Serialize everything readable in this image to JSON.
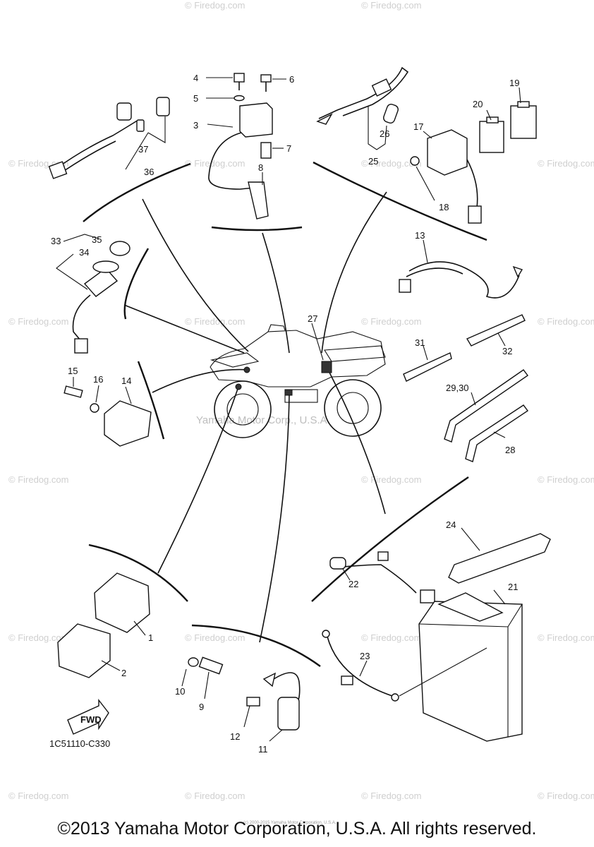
{
  "watermarks": {
    "firedog": "© Firedog.com",
    "yamaha": "Yamaha Motor Corp., U.S.A."
  },
  "diagram_code": "1C51110-C330",
  "fwd_label": "FWD",
  "callouts": {
    "c1": "1",
    "c2": "2",
    "c3": "3",
    "c4": "4",
    "c5": "5",
    "c6": "6",
    "c7": "7",
    "c8": "8",
    "c9": "9",
    "c10": "10",
    "c11": "11",
    "c12": "12",
    "c13": "13",
    "c14": "14",
    "c15": "15",
    "c16": "16",
    "c17": "17",
    "c18": "18",
    "c19": "19",
    "c20": "20",
    "c21": "21",
    "c22": "22",
    "c23": "23",
    "c24": "24",
    "c25": "25",
    "c26": "26",
    "c27": "27",
    "c28": "28",
    "c2930": "29,30",
    "c31": "31",
    "c32": "32",
    "c33": "33",
    "c34": "34",
    "c35": "35",
    "c36": "36",
    "c37": "37"
  },
  "small_print": "(c) 2000-2015 Yamaha Motor Corporation, U.S.A.",
  "footer": "©2013 Yamaha Motor Corporation, U.S.A. All rights reserved."
}
